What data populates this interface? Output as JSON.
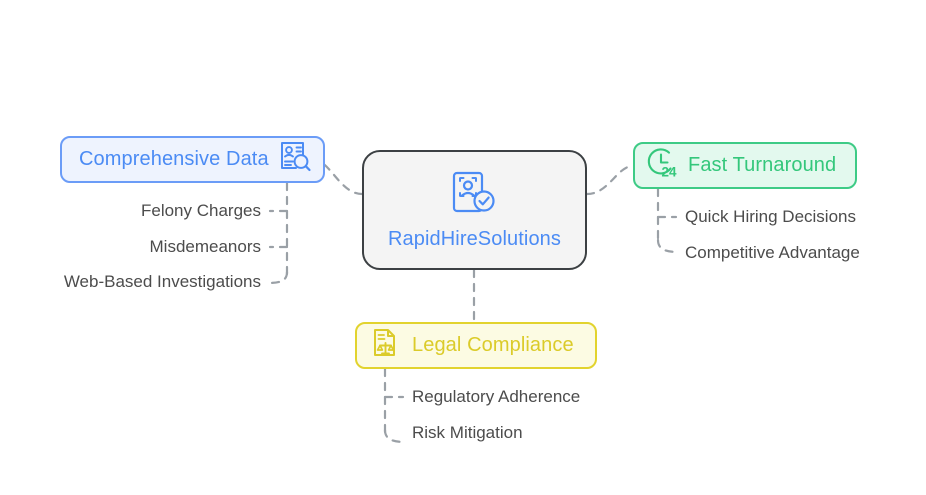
{
  "diagram": {
    "type": "mind-map",
    "center": {
      "title": "RapidHireSolutions",
      "icon": "id-document-person-check-icon",
      "border_color": "#3c4043",
      "fill_color": "#f4f4f4",
      "text_color": "#4b8bf4"
    },
    "branches": [
      {
        "id": "comprehensive",
        "label": "Comprehensive Data",
        "icon": "id-card-magnifier-icon",
        "accent_color": "#4b8bf4",
        "border_color": "#6b9cf7",
        "fill_color": "#eef3fe",
        "position": "left",
        "children": [
          "Felony Charges",
          "Misdemeanors",
          "Web-Based Investigations"
        ]
      },
      {
        "id": "fast",
        "label": "Fast Turnaround",
        "icon": "clock-24-icon",
        "accent_color": "#34c77b",
        "border_color": "#3ecb86",
        "fill_color": "#e3f9ee",
        "position": "right",
        "children": [
          "Quick Hiring Decisions",
          "Competitive Advantage"
        ]
      },
      {
        "id": "legal",
        "label": "Legal Compliance",
        "icon": "document-scales-icon",
        "accent_color": "#dbcb2a",
        "border_color": "#e2d32e",
        "fill_color": "#fcfbe3",
        "position": "bottom",
        "children": [
          "Regulatory Adherence",
          "Risk Mitigation"
        ]
      }
    ],
    "connector": {
      "style": "dashed",
      "color": "#9aa0a6"
    },
    "leaf_text_color": "#4c4c4c",
    "background_color": "#ffffff"
  }
}
